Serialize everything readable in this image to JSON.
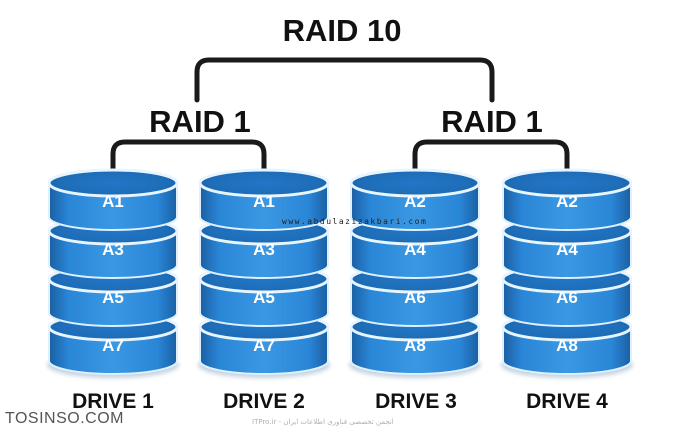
{
  "title": "RAID 10",
  "groups": [
    {
      "label": "RAID 1"
    },
    {
      "label": "RAID 1"
    }
  ],
  "drives": [
    {
      "label": "DRIVE 1",
      "blocks": [
        "A1",
        "A3",
        "A5",
        "A7"
      ]
    },
    {
      "label": "DRIVE 2",
      "blocks": [
        "A1",
        "A3",
        "A5",
        "A7"
      ]
    },
    {
      "label": "DRIVE 3",
      "blocks": [
        "A2",
        "A4",
        "A6",
        "A8"
      ]
    },
    {
      "label": "DRIVE 4",
      "blocks": [
        "A2",
        "A4",
        "A6",
        "A8"
      ]
    }
  ],
  "watermarks": {
    "site": "TOSINSO.COM",
    "url": "www.abdulazizakbari.com",
    "footer": "ITPro.ir - انجمن تخصصی فناوری اطلاعات ایران"
  },
  "colors": {
    "disk_face": "#1f74c2",
    "disk_band": "#2a86d6",
    "disk_top": "#5fb3f0",
    "disk_edge": "#dff1ff",
    "bracket": "#1a1a1a"
  }
}
